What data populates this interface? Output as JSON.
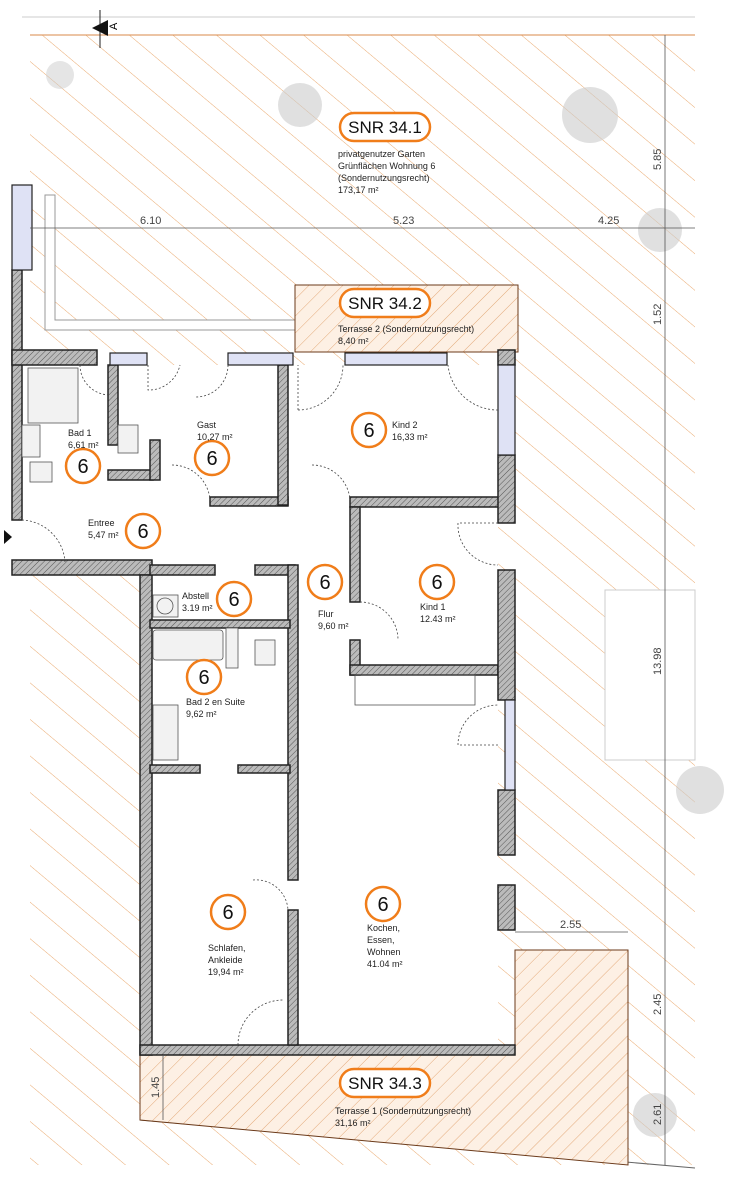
{
  "section_marker": "A",
  "areas": {
    "snr_34_1": {
      "tag": "SNR 34.1",
      "lines": [
        "privatgenutzer Garten",
        "Grünflächen Wohnung 6",
        "(Sondernutzungsrecht)",
        "173,17 m²"
      ]
    },
    "snr_34_2": {
      "tag": "SNR 34.2",
      "lines": [
        "Terrasse 2 (Sondernutzungsrecht)",
        "8,40 m²"
      ]
    },
    "snr_34_3": {
      "tag": "SNR 34.3",
      "lines": [
        "Terrasse 1 (Sondernutzungsrecht)",
        "31,16 m²"
      ]
    }
  },
  "unit_number": "6",
  "rooms": [
    {
      "name": "Bad 1",
      "area": "6,61 m²"
    },
    {
      "name": "Gast",
      "area": "10,27 m²"
    },
    {
      "name": "Kind 2",
      "area": "16,33 m²"
    },
    {
      "name": "Entree",
      "area": "5,47 m²"
    },
    {
      "name": "Abstell",
      "area": "3.19 m²"
    },
    {
      "name": "Flur",
      "area": "9,60 m²"
    },
    {
      "name": "Kind 1",
      "area": "12.43 m²"
    },
    {
      "name": "Bad 2 en Suite",
      "area": "9,62 m²"
    },
    {
      "name": "Schlafen,",
      "name2": "Ankleide",
      "area": "19,94 m²"
    },
    {
      "name": "Kochen,",
      "name2": "Essen,",
      "name3": "Wohnen",
      "area": "41.04 m²"
    }
  ],
  "dimensions": [
    "6.10",
    "5.23",
    "4.25",
    "5.85",
    "1.52",
    "13.98",
    "2.55",
    "2.45",
    "2.61",
    "1.45"
  ],
  "colors": {
    "accent": "#f07d1a",
    "hatch": "#e8a060",
    "terrace_fill": "#fdf0e4",
    "window": "#dfe2f5"
  }
}
